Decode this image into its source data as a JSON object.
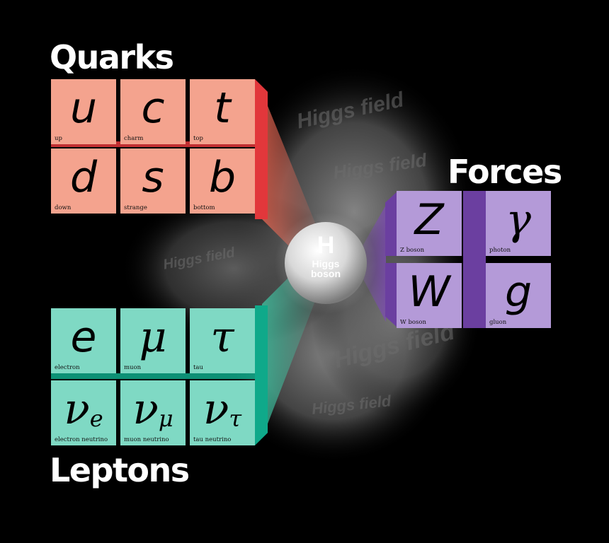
{
  "titles": {
    "quarks": "Quarks",
    "forces": "Forces",
    "leptons": "Leptons"
  },
  "higgs": {
    "symbol": "H",
    "line1": "Higgs",
    "line2": "boson",
    "field_text": "Higgs field"
  },
  "quarks": [
    {
      "symbol": "u",
      "name": "up"
    },
    {
      "symbol": "c",
      "name": "charm"
    },
    {
      "symbol": "t",
      "name": "top"
    },
    {
      "symbol": "d",
      "name": "down"
    },
    {
      "symbol": "s",
      "name": "strange"
    },
    {
      "symbol": "b",
      "name": "bottom"
    }
  ],
  "leptons": [
    {
      "symbol": "e",
      "name": "electron"
    },
    {
      "symbol": "μ",
      "name": "muon"
    },
    {
      "symbol": "τ",
      "name": "tau"
    },
    {
      "symbol": "ν",
      "sub": "e",
      "name": "electron neutrino"
    },
    {
      "symbol": "ν",
      "sub": "μ",
      "name": "muon neutrino"
    },
    {
      "symbol": "ν",
      "sub": "τ",
      "name": "tau neutrino"
    }
  ],
  "forces": [
    {
      "symbol": "Z",
      "name": "Z boson"
    },
    {
      "symbol": "γ",
      "name": "photon"
    },
    {
      "symbol": "W",
      "name": "W boson"
    },
    {
      "symbol": "g",
      "name": "gluon"
    }
  ],
  "colors": {
    "quark_face": "#f4a38e",
    "quark_side": "#e2373b",
    "lepton_face": "#7fd9c4",
    "lepton_side": "#0fa98a",
    "force_face": "#b49ad8",
    "force_side": "#6b3fa0"
  }
}
